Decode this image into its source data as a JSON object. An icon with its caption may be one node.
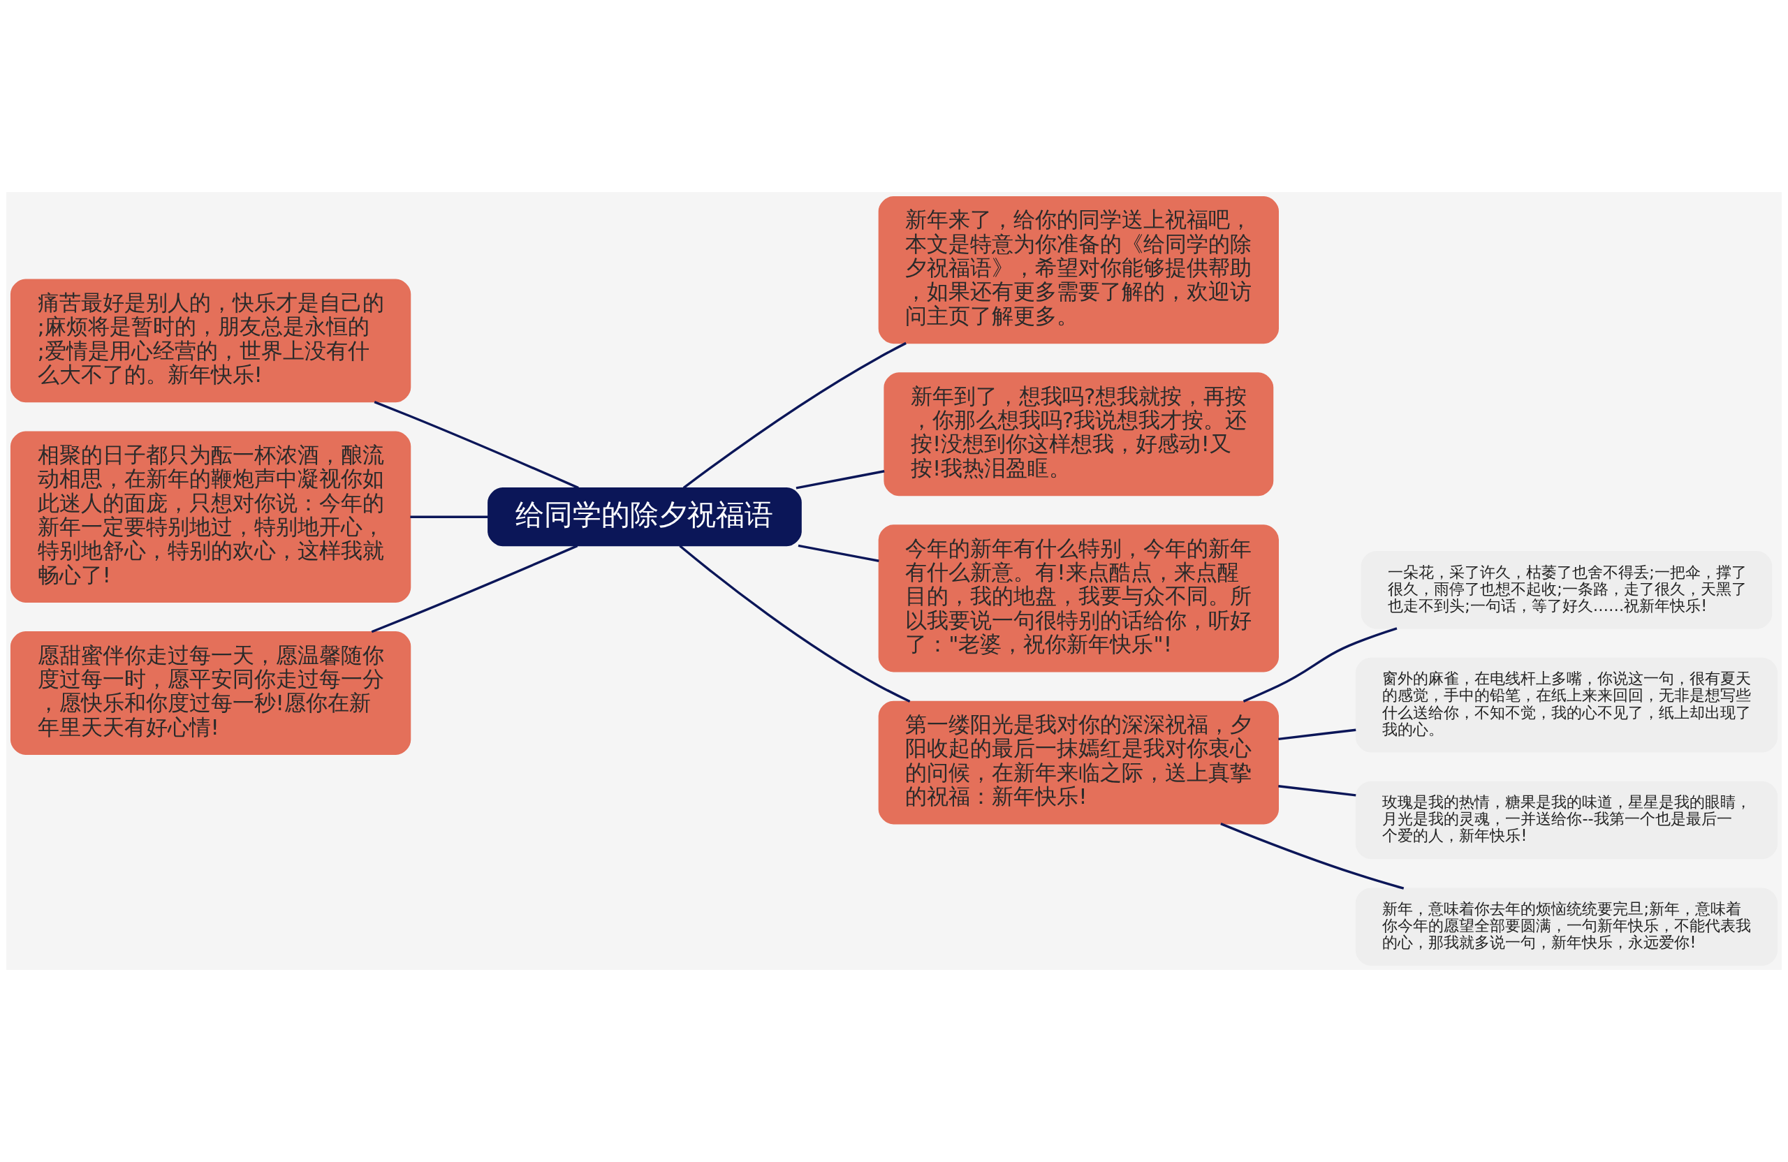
{
  "diagram": {
    "nodes": [
      {
        "text": [
          "给同学的除夕祝福语"
        ]
      },
      {
        "text": [
          "新年来了，给你的同学送上祝福吧，本文是特意为你准备的《给同学的除夕祝福语》，希望对你能够提供帮助，如果还有更多需要了解的，欢迎访问主页了解更多。"
        ]
      },
      {
        "text": [
          "新年到了，想我吗?想我就按，再按，你那么想我吗?我说想我才按。还按!没想到你这样想我，好感动!又按!我热泪盈眶。"
        ]
      },
      {
        "text": [
          "今年的新年有什么特别，今年的新年有什么新意。有!来点酷点，来点醒目的，我的地盘，我要与众不同。所以我要说一句很特别的话给你，听好了：\"老婆，祝你新年快乐\"!"
        ]
      },
      {
        "text": [
          "第一缕阳光是我对你的深深祝福，夕阳收起的最后一抹嫣红是我对你衷心的问候，在新年来临之际，送上真挚的祝福：新年快乐!"
        ]
      },
      {
        "text": [
          "痛苦最好是别人的，快乐才是自己的;麻烦将是暂时的，朋友总是永恒的;爱情是用心经营的，世界上没有什么大不了的。新年快乐!"
        ]
      },
      {
        "text": [
          "相聚的日子都只为酝一杯浓酒，酿流动相思，在新年的鞭炮声中凝视你如此迷人的面庞，只想对你说：今年的新年一定要特别地过，特别地开心，特别地舒心，特别的欢心，这样我就畅心了!"
        ]
      },
      {
        "text": [
          "愿甜蜜伴你走过每一天，愿温馨随你度过每一时，愿平安同你走过每一分，愿快乐和你度过每一秒!愿你在新年里天天有好心情!"
        ]
      },
      {
        "text": [
          "一朵花，采了许久，枯萎了也舍不得丢;一把伞，撑了很久，雨停了也想不起收;一条路，走了很久，天黑了也走不到头;一句话，等了好久……祝新年快乐!"
        ]
      },
      {
        "text": [
          "窗外的麻雀，在电线杆上多嘴，你说这一句，很有夏天的感觉，手中的铅笔，在纸上来来回回，无非是想写些什么送给你，不知不觉，我的心不见了，纸上却出现了我的心。"
        ]
      },
      {
        "text": [
          "玫瑰是我的热情，糖果是我的味道，星星是我的眼睛，月光是我的灵魂，一并送给你--我第一个也是最后一个爱的人，新年快乐!"
        ]
      },
      {
        "text": [
          "新年，意味着你去年的烦恼统统要完旦;新年，意味着你今年的愿望全部要圆满，一句新年快乐，不能代表我的心，那我就多说一句，新年快乐，永远爱你!"
        ]
      }
    ],
    "edges": [
      {
        "from": 0,
        "to": 1,
        "arrow": "none"
      },
      {
        "from": 0,
        "to": 2,
        "arrow": "none"
      },
      {
        "from": 0,
        "to": 3,
        "arrow": "none"
      },
      {
        "from": 0,
        "to": 4,
        "arrow": "none"
      },
      {
        "from": 0,
        "to": 5,
        "arrow": "none"
      },
      {
        "from": 0,
        "to": 6,
        "arrow": "none"
      },
      {
        "from": 0,
        "to": 7,
        "arrow": "none"
      },
      {
        "from": 4,
        "to": 8,
        "arrow": "none"
      },
      {
        "from": 4,
        "to": 9,
        "arrow": "none"
      },
      {
        "from": 4,
        "to": 10,
        "arrow": "none"
      },
      {
        "from": 4,
        "to": 11,
        "arrow": "none"
      }
    ]
  }
}
